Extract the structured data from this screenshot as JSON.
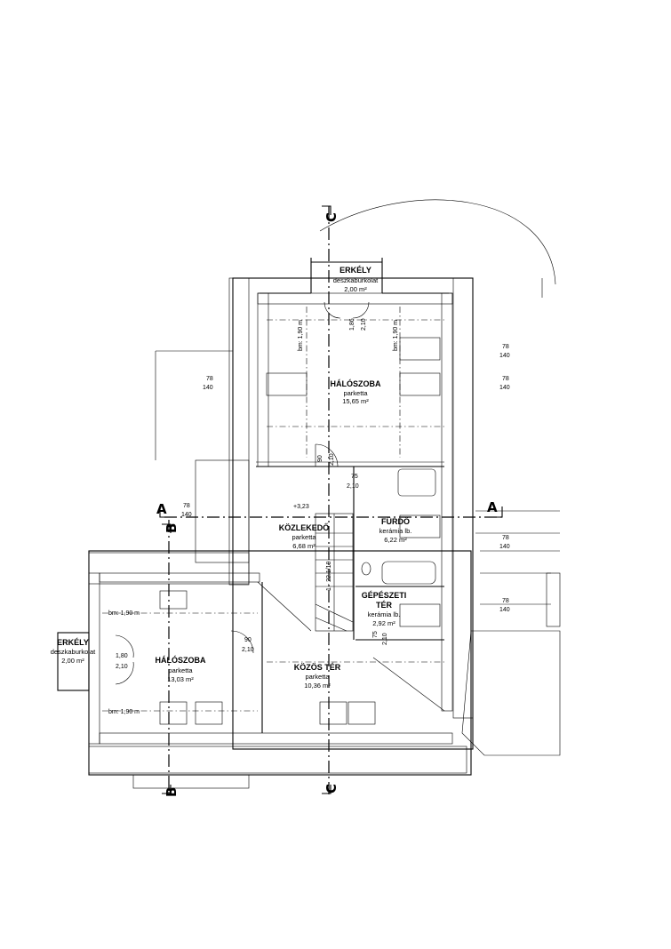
{
  "rooms": {
    "erkely_top": {
      "name": "ERKÉLY",
      "finish": "deszkaburkolat",
      "area": "2,00 m²"
    },
    "halo_top": {
      "name": "HÁLÓSZOBA",
      "finish": "parketta",
      "area": "15,65 m²"
    },
    "kozlekedo": {
      "name": "KÖZLEKEDŐ",
      "finish": "parketta",
      "area": "6,68 m²"
    },
    "furdo": {
      "name": "FÜRDŐ",
      "finish": "kerámia lb.",
      "area": "6,22 m²"
    },
    "gepeszeti": {
      "name1": "GÉPÉSZETI",
      "name2": "TÉR",
      "finish": "kerámia lb.",
      "area": "2,92 m²"
    },
    "halo_left": {
      "name": "HÁLÓSZOBA",
      "finish": "parketta",
      "area": "13,03 m²"
    },
    "kozos": {
      "name": "KÖZÖS TÉR",
      "finish": "parketta",
      "area": "10,36 m²"
    },
    "erkely_left": {
      "name": "ERKÉLY",
      "finish": "deszkaburkolat",
      "area": "2,00 m²"
    }
  },
  "sections": {
    "a": "A",
    "b": "B",
    "c": "C"
  },
  "labels": {
    "bm190m": "bm: 1,90 m",
    "bm_v": "bm: 1,90 m",
    "w78": "78",
    "w140": "140",
    "d90": "90",
    "d75": "75",
    "d210": "2,10",
    "d186": "1,86",
    "d180": "1,80",
    "level": "+3,23",
    "stair": "1 - 22.1/19"
  }
}
